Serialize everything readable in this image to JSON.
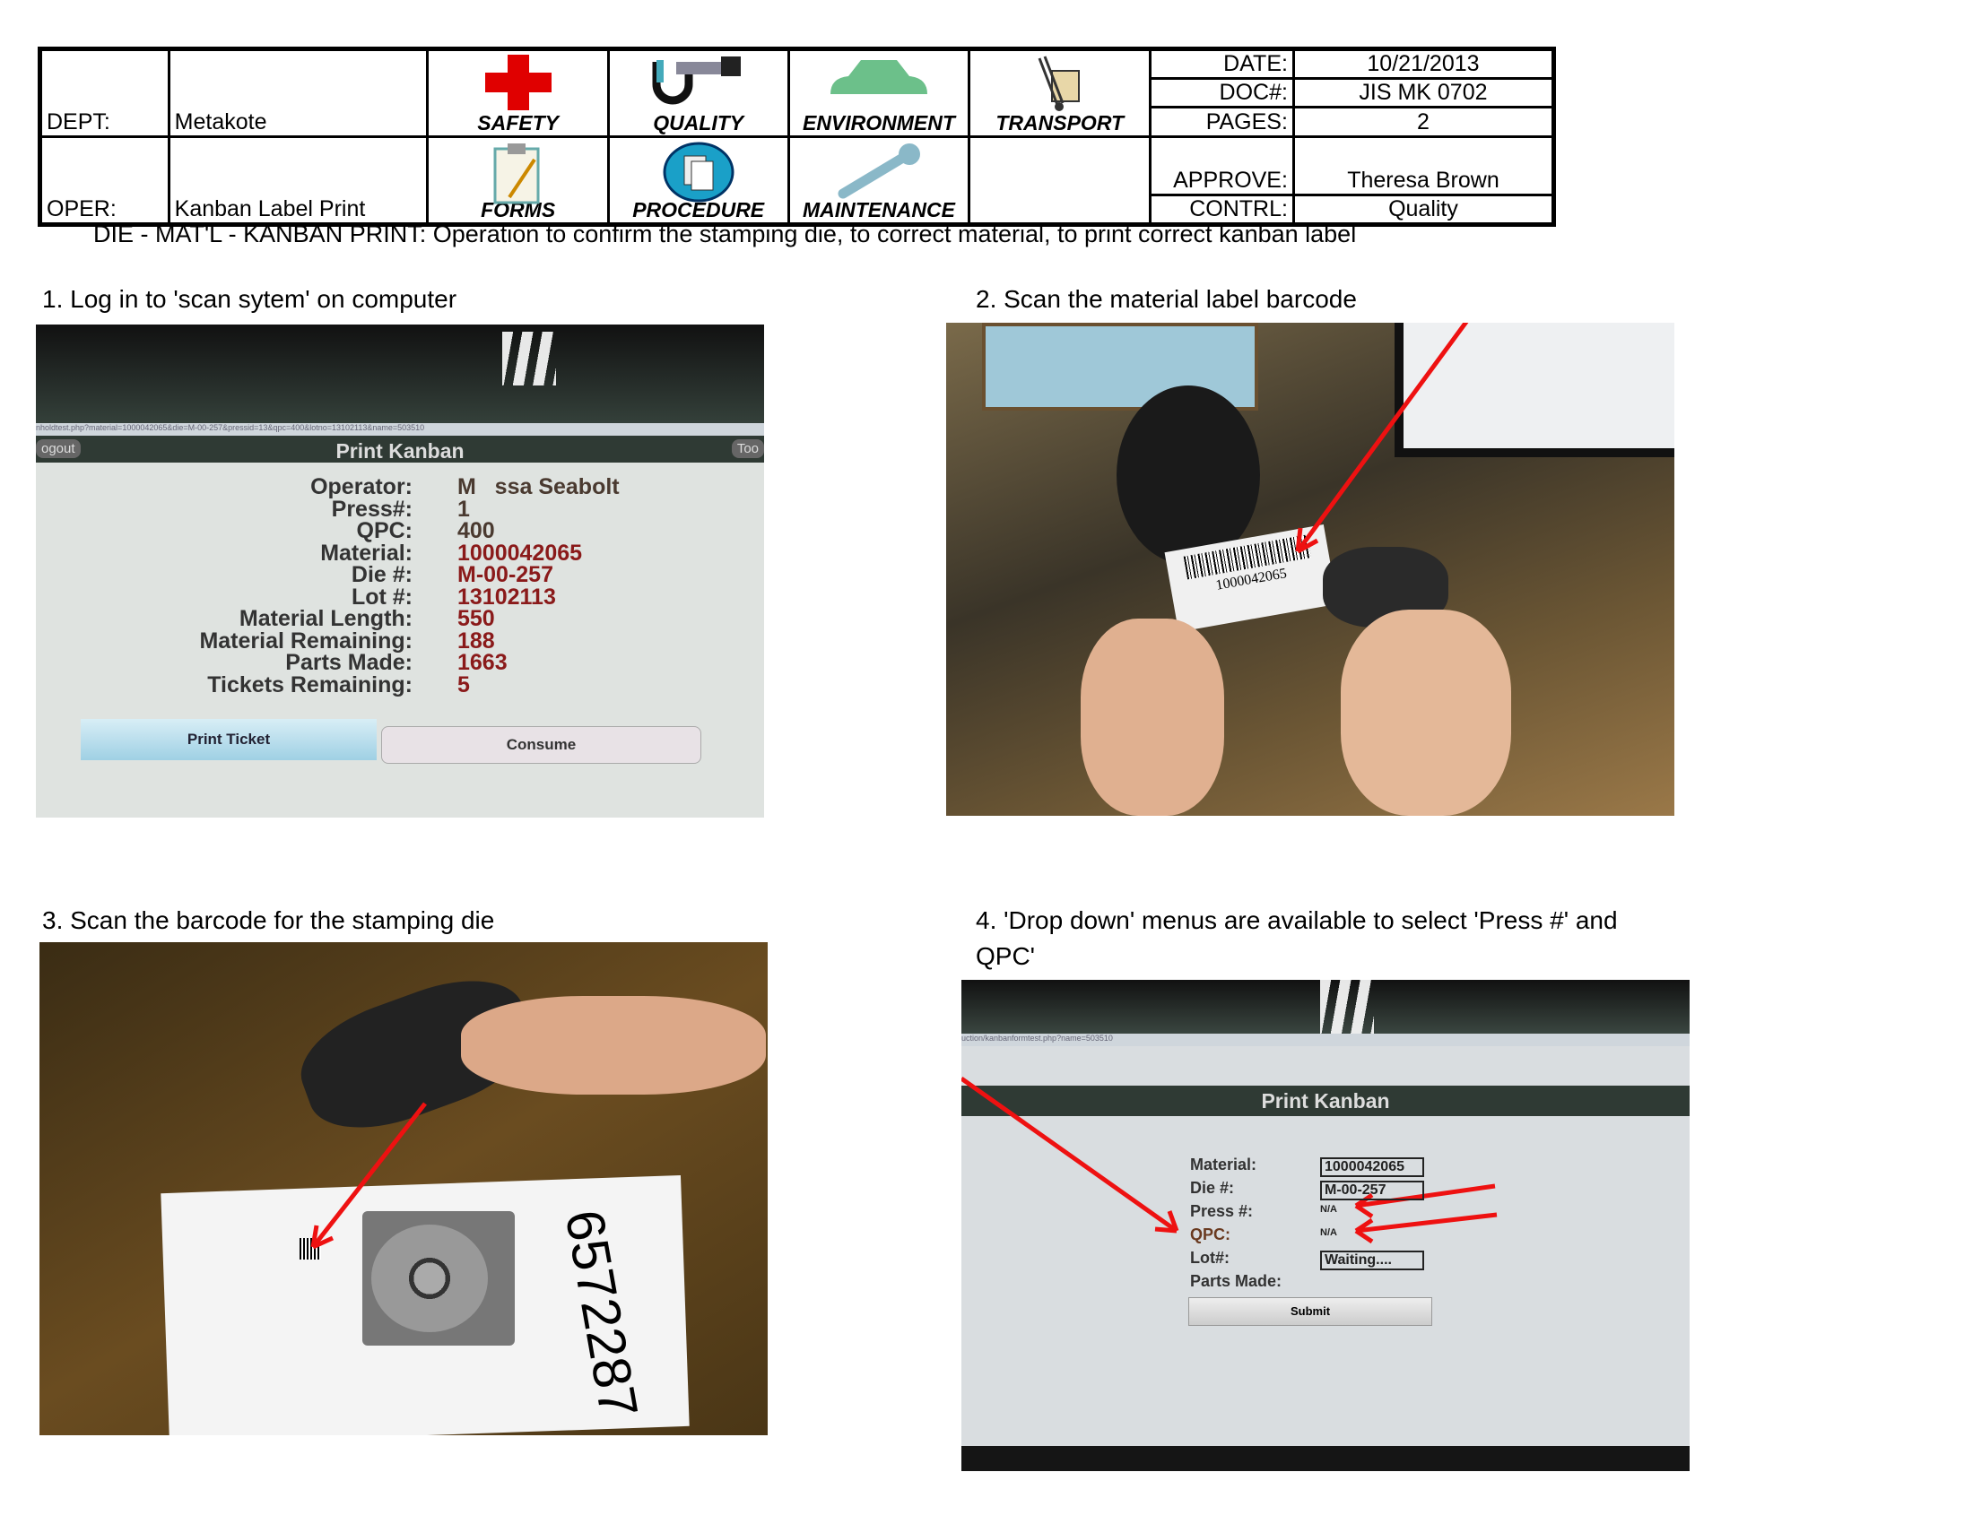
{
  "header": {
    "dept_label": "DEPT:",
    "dept_value": "Metakote",
    "oper_label": "OPER:",
    "oper_value": "Kanban Label Print",
    "icons": [
      {
        "label": "SAFETY",
        "icon": "red-cross-icon",
        "color": "#e00000"
      },
      {
        "label": "QUALITY",
        "icon": "micrometer-icon"
      },
      {
        "label": "ENVIRONMENT",
        "icon": "green-car-icon",
        "color": "#6cc08a"
      },
      {
        "label": "TRANSPORT",
        "icon": "hand-truck-icon"
      },
      {
        "label": "FORMS",
        "icon": "clipboard-icon"
      },
      {
        "label": "PROCEDURE",
        "icon": "documents-icon",
        "color": "#1aa0c8"
      },
      {
        "label": "MAINTENANCE",
        "icon": "wrench-icon"
      }
    ],
    "date_label": "DATE:",
    "date_value": "10/21/2013",
    "doc_label": "DOC#:",
    "doc_value": "JIS MK 0702",
    "pages_label": "PAGES:",
    "pages_value": "2",
    "approve_label": "APPROVE:",
    "approve_value": "Theresa Brown",
    "contrl_label": "CONTRL:",
    "contrl_value": "Quality"
  },
  "description": "DIE - MAT'L - KANBAN PRINT:  Operation to confirm the stamping die, to correct material, to print correct kanban label",
  "steps": [
    {
      "text": "1. Log in to 'scan sytem' on computer"
    },
    {
      "text": "2. Scan the material label barcode"
    },
    {
      "text": "3. Scan the barcode for the stamping die"
    },
    {
      "text": "4. 'Drop down' menus are available to select 'Press #' and",
      "text2": "QPC'"
    }
  ],
  "screen1": {
    "title": "Print Kanban",
    "logout": "ogout",
    "tools": "Too",
    "url": "nholdtest.php?material=1000042065&die=M-00-257&pressid=13&qpc=400&lotno=13102113&name=503510",
    "rows": [
      {
        "label": "Operator:",
        "value": "M   ssa Seabolt"
      },
      {
        "label": "Press#:",
        "value": "1"
      },
      {
        "label": "QPC:",
        "value": "400"
      },
      {
        "label": "Material:",
        "value": "1000042065"
      },
      {
        "label": "Die #:",
        "value": "M-00-257"
      },
      {
        "label": "Lot #:",
        "value": "13102113"
      },
      {
        "label": "Material Length:",
        "value": "550"
      },
      {
        "label": "Material Remaining:",
        "value": "188"
      },
      {
        "label": "Parts Made:",
        "value": "1663"
      },
      {
        "label": "Tickets Remaining:",
        "value": "5"
      }
    ],
    "print_button": "Print Ticket",
    "consume_button": "Consume"
  },
  "screen2": {
    "barcode_number": "1000042065"
  },
  "screen3": {
    "die_number": "6572287"
  },
  "screen4": {
    "title": "Print Kanban",
    "url": "uction/kanbanformtest.php?name=503510",
    "rows": [
      {
        "label": "Material:",
        "value": "1000042065"
      },
      {
        "label": "Die #:",
        "value": "M-00-257"
      },
      {
        "label": "Press #:",
        "value": "N/A"
      },
      {
        "label": "QPC:",
        "value": "N/A"
      },
      {
        "label": "Lot#:",
        "value": "Waiting...."
      },
      {
        "label": "Parts Made:",
        "value": ""
      }
    ],
    "submit": "Submit"
  },
  "colors": {
    "arrow": "#ee1111",
    "value_text": "#8a1a1a"
  }
}
